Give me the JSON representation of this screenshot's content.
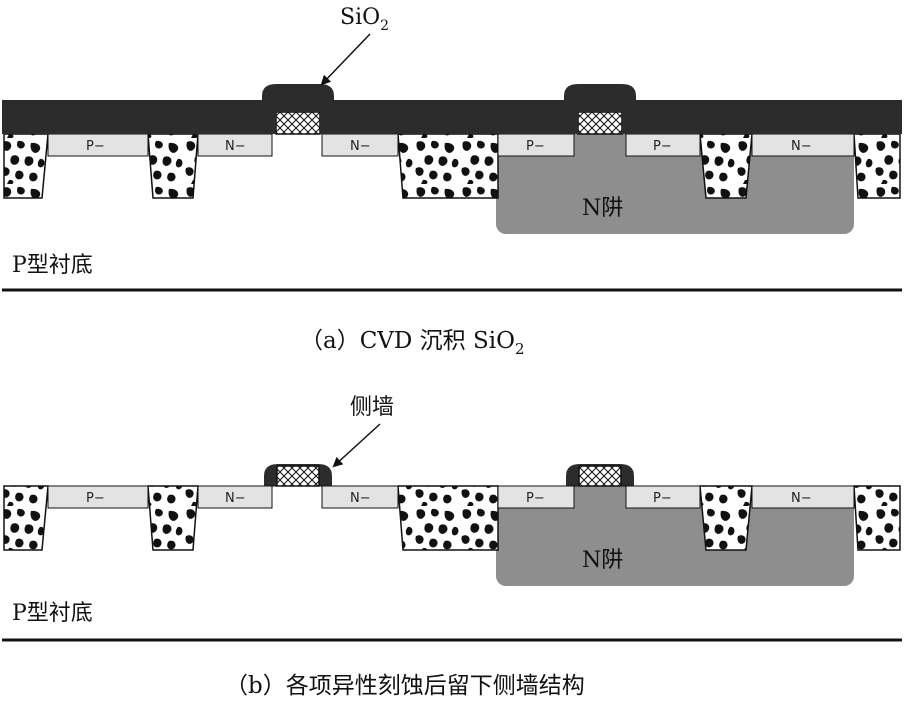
{
  "panel_a": {
    "callout": "SiO",
    "callout_sub": "2",
    "substrate": "P型衬底",
    "nwell": "N阱",
    "regions": [
      "P−",
      "N−",
      "N−",
      "P−",
      "P−",
      "N−"
    ],
    "caption_prefix": "（a）CVD 沉积 SiO",
    "caption_sub": "2"
  },
  "panel_b": {
    "callout": "侧墙",
    "substrate": "P型衬底",
    "nwell": "N阱",
    "regions": [
      "P−",
      "N−",
      "N−",
      "P−",
      "P−",
      "N−"
    ],
    "caption": "（b）各项异性刻蚀后留下侧墙结构"
  },
  "colors": {
    "oxide": "#2c2c2c",
    "nwell": "#8e8e8e",
    "lightly_doped": "#e3e3e3",
    "line": "#111111"
  }
}
